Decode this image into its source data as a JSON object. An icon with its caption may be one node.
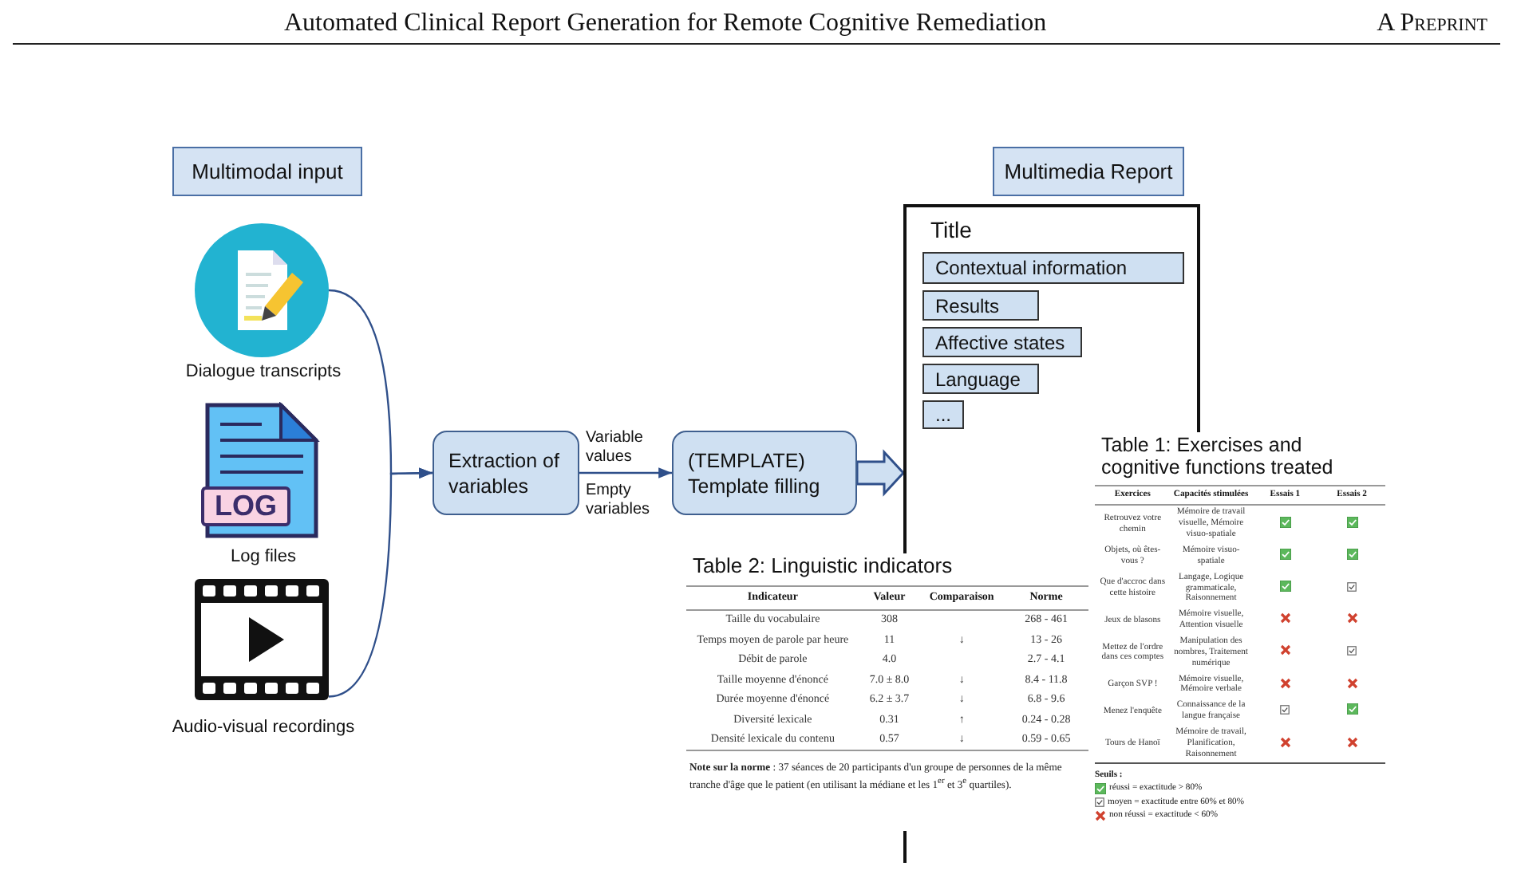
{
  "diagram": {
    "nodes": [
      {
        "text": [
          "Multimodal input"
        ]
      },
      {
        "text": [
          "Dialogue transcripts"
        ]
      },
      {
        "text": [
          "LOG",
          "Log files"
        ]
      },
      {
        "text": [
          "Audio-visual recordings"
        ]
      },
      {
        "text": [
          "Extraction of variables"
        ]
      },
      {
        "text": [
          "(TEMPLATE) Template filling"
        ]
      },
      {
        "text": [
          "Multimedia Report"
        ]
      },
      {
        "text": [
          "Title"
        ]
      },
      {
        "text": [
          "Contextual information"
        ],
        "in": 7
      },
      {
        "text": [
          "Results"
        ],
        "in": 7
      },
      {
        "text": [
          "Affective states"
        ],
        "in": 7
      },
      {
        "text": [
          "Language"
        ],
        "in": 7
      },
      {
        "text": [
          "..."
        ],
        "in": 7
      }
    ],
    "edges": [
      {
        "from": 1,
        "to": 4,
        "arrow": "to"
      },
      {
        "from": 3,
        "to": 4,
        "arrow": "to"
      },
      {
        "from": 4,
        "to": 5,
        "arrow": "to",
        "label": "Variable values"
      },
      {
        "from": 5,
        "to": 7,
        "arrow": "to",
        "style": "thick"
      }
    ],
    "labels": [
      "Automated Clinical Report Generation for Remote Cognitive Remediation",
      "A Preprint",
      "Empty variables",
      "Table 1: Exercises and cognitive functions treated",
      "Exercices",
      "Capacités stimulées",
      "Essais 1",
      "Essais 2",
      "Retrouvez votre chemin",
      "Mémoire de travail visuelle, Mémoire visuo-spatiale",
      "Objets, où êtes-vous ?",
      "Mémoire visuo-spatiale",
      "Que d'accroc dans cette histoire",
      "Langage, Logique grammaticale, Raisonnement",
      "Jeux de blasons",
      "Mémoire visuelle, Attention visuelle",
      "Mettez de l'ordre dans ces comptes",
      "Manipulation des nombres, Traitement numérique",
      "Garçon SVP !",
      "Mémoire visuelle, Mémoire verbale",
      "Menez l'enquête",
      "Connaissance de la langue française",
      "Tours de Hanoï",
      "Mémoire de travail, Planification, Raisonnement",
      "Seuils :",
      "réussi = exactitude > 80%",
      "moyen = exactitude entre 60% et 80%",
      "non réussi = exactitude < 60%",
      "Table 2: Linguistic indicators",
      "Indicateur",
      "Valeur",
      "Comparaison",
      "Norme",
      "Taille du vocabulaire",
      "308",
      "268 - 461",
      "Temps moyen de parole par heure",
      "11",
      "↓",
      "13 - 26",
      "Débit de parole",
      "4.0",
      "2.7 - 4.1",
      "Taille moyenne d'énoncé",
      "7.0 ± 8.0",
      "↓",
      "8.4 - 11.8",
      "Durée moyenne d'énoncé",
      "6.2 ± 3.7",
      "↓",
      "6.8 - 9.6",
      "Diversité lexicale",
      "0.31",
      "↑",
      "0.24 - 0.28",
      "Densité lexicale du contenu",
      "0.57",
      "↓",
      "0.59 - 0.65",
      "**Note sur la norme** : 37 séances de 20 participants d'un groupe de personnes de la même tranche d'âge que le patient (en utilisant la médiane et les 1$^{er}$ et 3$^{e}$ quartiles)."
    ]
  }
}
